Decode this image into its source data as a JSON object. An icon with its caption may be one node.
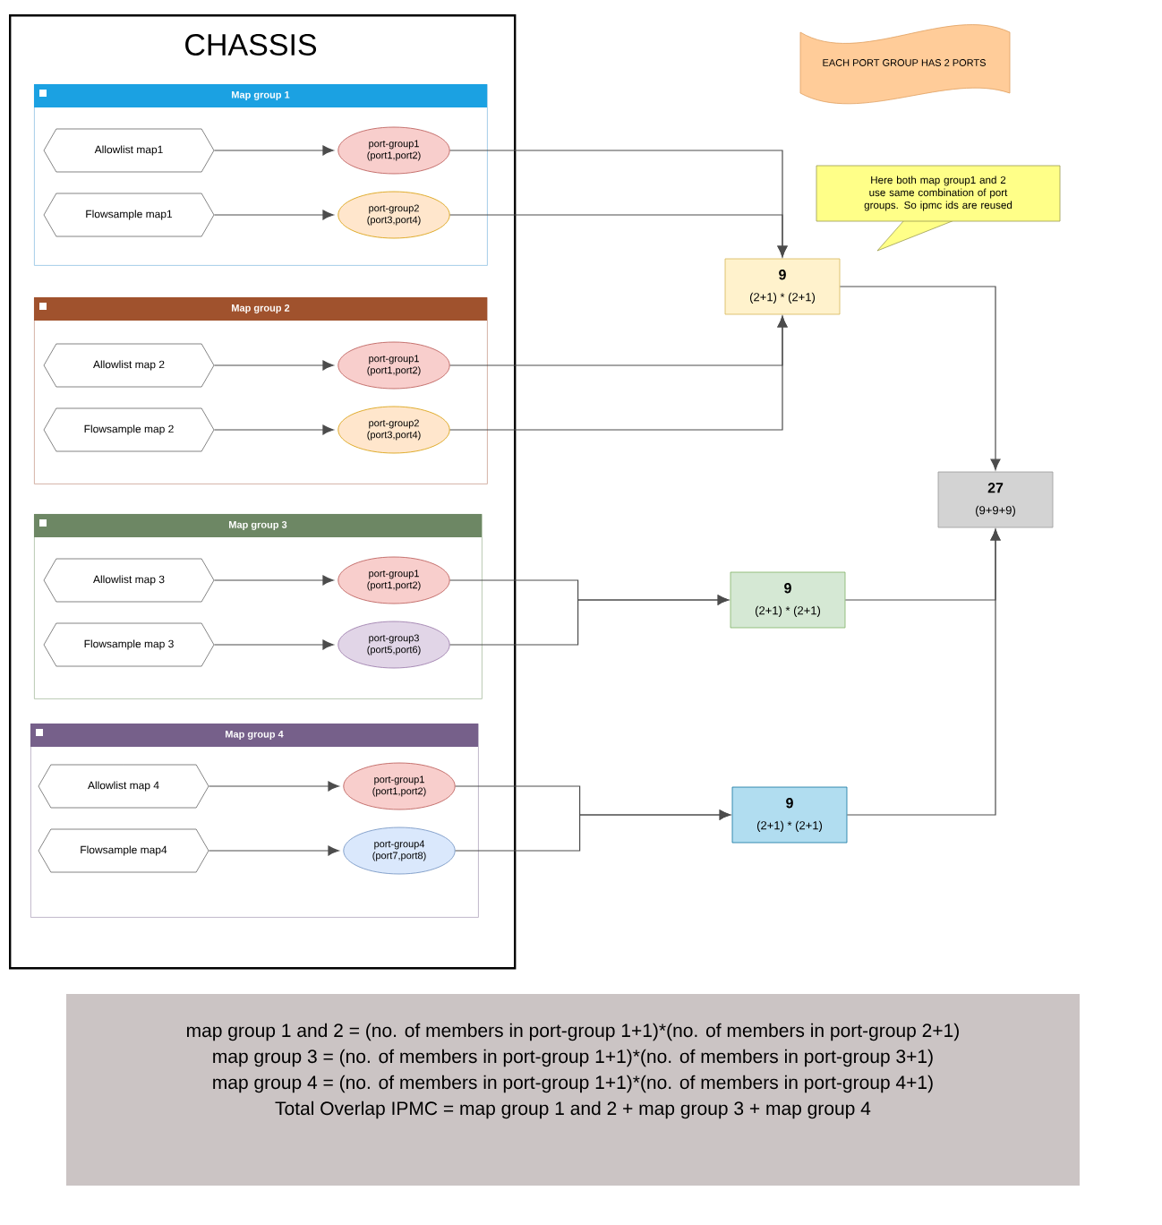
{
  "diagram": {
    "nodes": [
      {
        "text": [
          "CHASSIS"
        ]
      },
      {
        "text": [
          "Map group 1"
        ],
        "in": 0
      },
      {
        "text": [
          "Allowlist map1"
        ],
        "in": 1
      },
      {
        "text": [
          "port-group1 (port1,port2)"
        ],
        "in": 1
      },
      {
        "text": [
          "Flowsample map1"
        ],
        "in": 1
      },
      {
        "text": [
          "port-group2 (port3,port4)"
        ],
        "in": 1
      },
      {
        "text": [
          "Map group 2"
        ],
        "in": 0
      },
      {
        "text": [
          "Allowlist map 2"
        ],
        "in": 6
      },
      {
        "text": [
          "port-group1 (port1,port2)"
        ],
        "in": 6
      },
      {
        "text": [
          "Flowsample map 2"
        ],
        "in": 6
      },
      {
        "text": [
          "port-group2 (port3,port4)"
        ],
        "in": 6
      },
      {
        "text": [
          "Map group 3"
        ],
        "in": 0
      },
      {
        "text": [
          "Allowlist map 3"
        ],
        "in": 11
      },
      {
        "text": [
          "port-group1 (port1,port2)"
        ],
        "in": 11
      },
      {
        "text": [
          "Flowsample map 3"
        ],
        "in": 11
      },
      {
        "text": [
          "port-group3 (port5,port6)"
        ],
        "in": 11
      },
      {
        "text": [
          "Map group 4"
        ],
        "in": 0
      },
      {
        "text": [
          "Allowlist map 4"
        ],
        "in": 16
      },
      {
        "text": [
          "port-group1 (port1,port2)"
        ],
        "in": 16
      },
      {
        "text": [
          "Flowsample map4"
        ],
        "in": 16
      },
      {
        "text": [
          "port-group4 (port7,port8)"
        ],
        "in": 16
      },
      {
        "text": [
          "9",
          "(2+1) * (2+1)"
        ]
      },
      {
        "text": [
          "27",
          "(9+9+9)"
        ]
      },
      {
        "text": [
          "9",
          "(2+1) * (2+1)"
        ]
      },
      {
        "text": [
          "9",
          "(2+1) * (2+1)"
        ]
      },
      {
        "text": [
          "EACH PORT GROUP HAS 2 PORTS"
        ]
      },
      {
        "text": [
          "Here both map group1 and 2 use same combination of port groups. So ipmc ids are reused"
        ]
      },
      {
        "text": [
          "map group 1 and 2 = (no. of members in port-group 1+1)*(no. of members in port-group 2+1)",
          "map group 3 = (no. of members in port-group 1+1)*(no. of members in port-group 3+1)",
          "map group 4 = (no. of members in port-group 1+1)*(no. of members in port-group 4+1)",
          "Total Overlap IPMC = map group 1 and 2 + map group 3 + map group 4"
        ]
      }
    ],
    "edges": [
      {
        "from": 2,
        "to": 3,
        "arrow": "to"
      },
      {
        "from": 4,
        "to": 5,
        "arrow": "to"
      },
      {
        "from": 7,
        "to": 8,
        "arrow": "to"
      },
      {
        "from": 9,
        "to": 10,
        "arrow": "to"
      },
      {
        "from": 12,
        "to": 13,
        "arrow": "to"
      },
      {
        "from": 14,
        "to": 15,
        "arrow": "to"
      },
      {
        "from": 17,
        "to": 18,
        "arrow": "to"
      },
      {
        "from": 19,
        "to": 20,
        "arrow": "to"
      },
      {
        "from": 3,
        "to": 21,
        "arrow": "to"
      },
      {
        "from": 5,
        "to": 21,
        "arrow": "to"
      },
      {
        "from": 8,
        "to": 21,
        "arrow": "to"
      },
      {
        "from": 10,
        "to": 21,
        "arrow": "to"
      },
      {
        "from": 13,
        "to": 23,
        "arrow": "to"
      },
      {
        "from": 15,
        "to": 23,
        "arrow": "to"
      },
      {
        "from": 18,
        "to": 24,
        "arrow": "to"
      },
      {
        "from": 20,
        "to": 24,
        "arrow": "to"
      },
      {
        "from": 21,
        "to": 22,
        "arrow": "to"
      },
      {
        "from": 23,
        "to": 22,
        "arrow": "to"
      },
      {
        "from": 24,
        "to": 22,
        "arrow": "to"
      }
    ]
  }
}
